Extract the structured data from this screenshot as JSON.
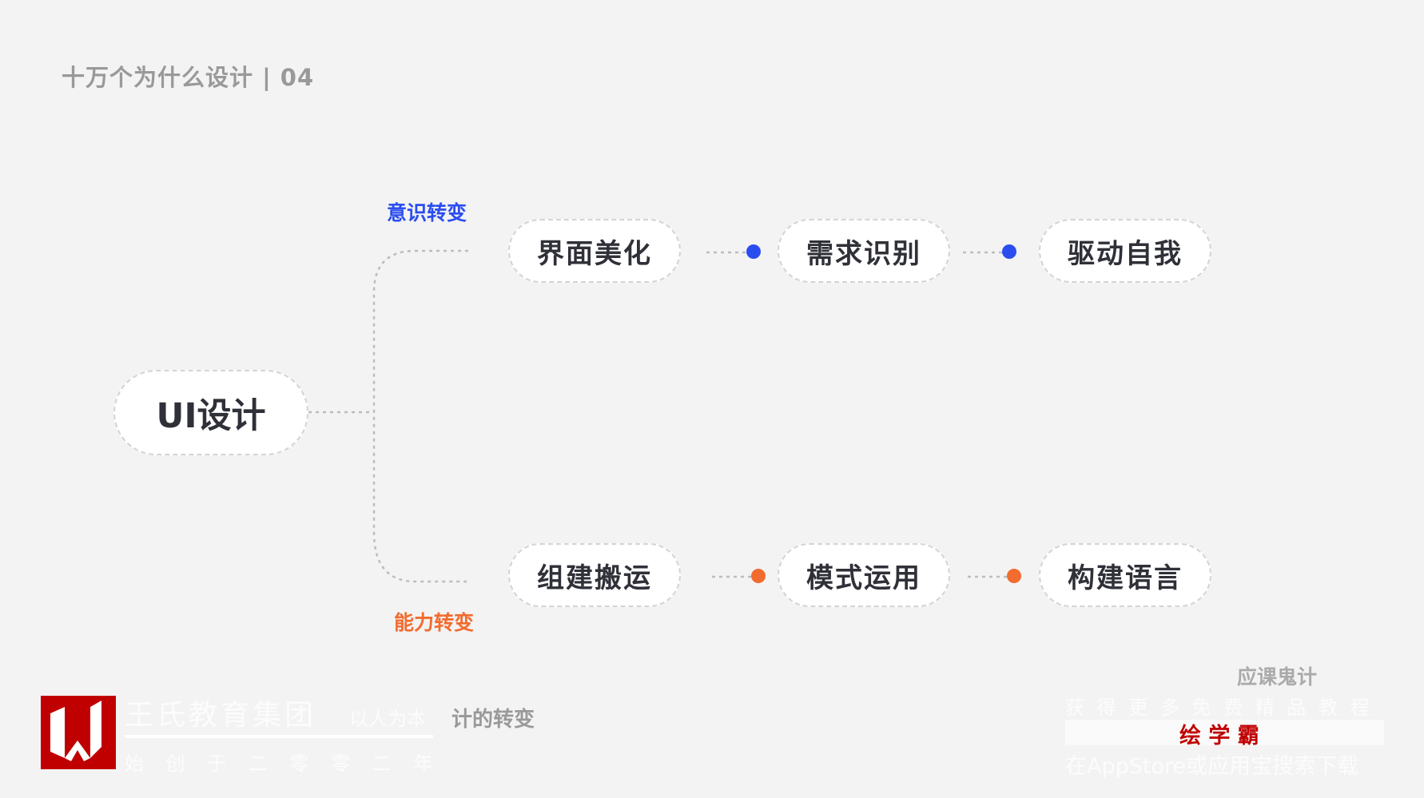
{
  "header": {
    "title": "十万个为什么设计 | 04"
  },
  "diagram": {
    "root": "UI设计",
    "branches": [
      {
        "label": "意识转变",
        "color": "#2b4df0",
        "nodes": [
          "界面美化",
          "需求识别",
          "驱动自我"
        ]
      },
      {
        "label": "能力转变",
        "color": "#f26b2f",
        "nodes": [
          "组建搬运",
          "模式运用",
          "构建语言"
        ]
      }
    ]
  },
  "footer": {
    "left": {
      "brand": "王氏教育集团",
      "slogan": "以人为本",
      "founded": "始 创 于 二 零 零 二 年",
      "overlay": "计的转变"
    },
    "right": {
      "line1": "获 得 更 多 免 费 精 品 教 程",
      "app": "绘 学 霸",
      "line3": "在AppStore或应用宝搜索下载",
      "overlay": "应课鬼计"
    }
  },
  "colors": {
    "blue": "#2b4df0",
    "orange": "#f26b2f",
    "logo_red": "#c00000"
  }
}
